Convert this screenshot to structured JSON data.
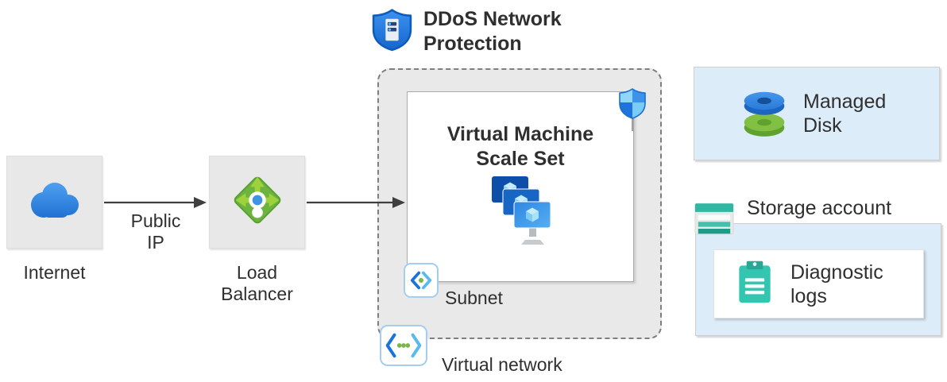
{
  "header": {
    "ddos_label": "DDoS Network Protection"
  },
  "nodes": {
    "internet": {
      "label": "Internet",
      "icon": "cloud-icon"
    },
    "load_balancer": {
      "label": "Load Balancer",
      "icon": "load-balancer-icon"
    },
    "vmss": {
      "label": "Virtual Machine Scale Set",
      "icon": "vm-scale-set-icon",
      "badge_icon": "protection-shield-icon"
    },
    "subnet": {
      "label": "Subnet",
      "icon": "subnet-icon"
    },
    "virtual_network": {
      "label": "Virtual network",
      "icon": "virtual-network-icon"
    },
    "managed_disk": {
      "label": "Managed Disk",
      "icon": "managed-disk-icon"
    },
    "storage_account": {
      "label": "Storage account",
      "icon": "storage-account-icon"
    },
    "diagnostic_logs": {
      "label": "Diagnostic logs",
      "icon": "diagnostic-logs-icon"
    }
  },
  "edges": [
    {
      "from": "internet",
      "to": "load_balancer",
      "label": "Public IP"
    },
    {
      "from": "load_balancer",
      "to": "vmss",
      "label": ""
    }
  ],
  "colors": {
    "node_gray": "#e8e8e8",
    "container_gray": "#e9e9e9",
    "panel_blue": "#dcecf9",
    "text": "#2f2f2f",
    "arrow": "#3f3f3f",
    "azure_blue": "#2a7fe0",
    "lb_green": "#6cb33f",
    "teal": "#31b7a1"
  }
}
